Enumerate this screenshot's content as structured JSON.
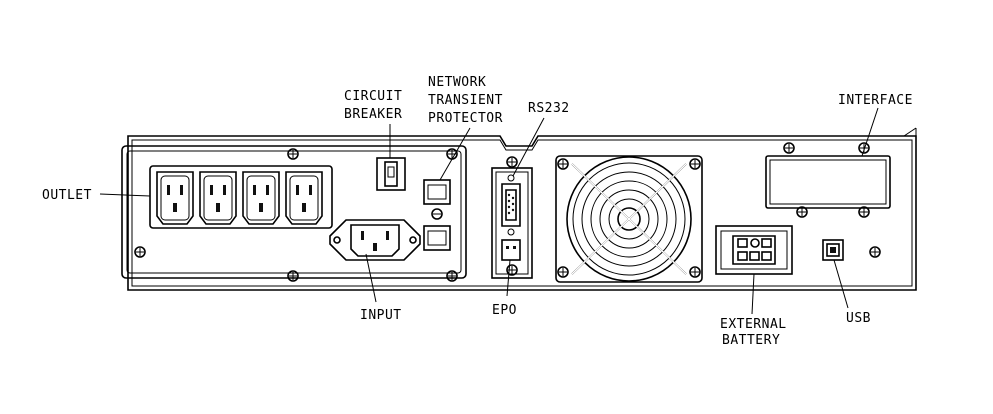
{
  "labels": {
    "outlet": "OUTLET",
    "circuit_breaker_l1": "CIRCUIT",
    "circuit_breaker_l2": "BREAKER",
    "network_l1": "NETWORK",
    "network_l2": "TRANSIENT",
    "network_l3": "PROTECTOR",
    "rs232": "RS232",
    "interface": "INTERFACE",
    "input": "INPUT",
    "epo": "EPO",
    "external_battery_l1": "EXTERNAL",
    "external_battery_l2": "BATTERY",
    "usb": "USB"
  }
}
